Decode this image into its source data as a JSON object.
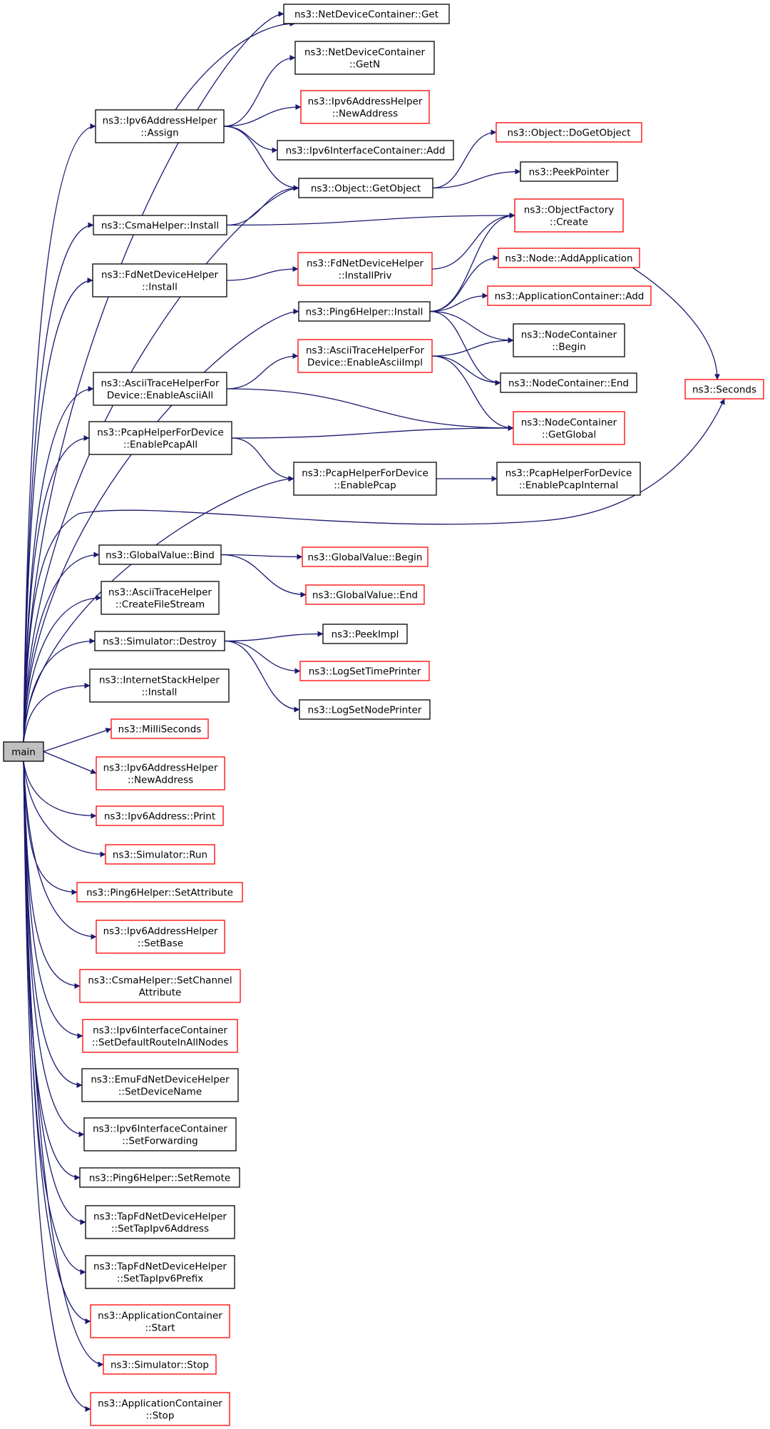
{
  "colors": {
    "edge": "#191970",
    "border_documented": "#000000",
    "border_undocumented": "#ff0000",
    "root_fill": "#bfbfbf",
    "node_fill": "#ffffff"
  },
  "nodes": [
    {
      "id": "main",
      "lines": [
        "main"
      ],
      "style": "root"
    },
    {
      "id": "ndc_get",
      "lines": [
        "ns3::NetDeviceContainer::Get"
      ],
      "style": "black"
    },
    {
      "id": "ndc_getn",
      "lines": [
        "ns3::NetDeviceContainer",
        "::GetN"
      ],
      "style": "black"
    },
    {
      "id": "ipv6ah_assign",
      "lines": [
        "ns3::Ipv6AddressHelper",
        "::Assign"
      ],
      "style": "black"
    },
    {
      "id": "ipv6ah_newaddr_r",
      "lines": [
        "ns3::Ipv6AddressHelper",
        "::NewAddress"
      ],
      "style": "red"
    },
    {
      "id": "obj_dogetobject",
      "lines": [
        "ns3::Object::DoGetObject"
      ],
      "style": "red"
    },
    {
      "id": "ipv6ic_add",
      "lines": [
        "ns3::Ipv6InterfaceContainer::Add"
      ],
      "style": "black"
    },
    {
      "id": "peekpointer",
      "lines": [
        "ns3::PeekPointer"
      ],
      "style": "black"
    },
    {
      "id": "obj_getobject",
      "lines": [
        "ns3::Object::GetObject"
      ],
      "style": "black"
    },
    {
      "id": "csma_install",
      "lines": [
        "ns3::CsmaHelper::Install"
      ],
      "style": "black"
    },
    {
      "id": "objfactory_create",
      "lines": [
        "ns3::ObjectFactory",
        "::Create"
      ],
      "style": "red"
    },
    {
      "id": "fdndh_install",
      "lines": [
        "ns3::FdNetDeviceHelper",
        "::Install"
      ],
      "style": "black"
    },
    {
      "id": "fdndh_installpriv",
      "lines": [
        "ns3::FdNetDeviceHelper",
        "::InstallPriv"
      ],
      "style": "red"
    },
    {
      "id": "node_addapp",
      "lines": [
        "ns3::Node::AddApplication"
      ],
      "style": "red"
    },
    {
      "id": "ping6_install",
      "lines": [
        "ns3::Ping6Helper::Install"
      ],
      "style": "black"
    },
    {
      "id": "appc_add",
      "lines": [
        "ns3::ApplicationContainer::Add"
      ],
      "style": "red"
    },
    {
      "id": "nc_begin",
      "lines": [
        "ns3::NodeContainer",
        "::Begin"
      ],
      "style": "black"
    },
    {
      "id": "ascii_enableall",
      "lines": [
        "ns3::AsciiTraceHelperFor",
        "Device::EnableAsciiAll"
      ],
      "style": "black"
    },
    {
      "id": "ascii_enableimpl",
      "lines": [
        "ns3::AsciiTraceHelperFor",
        "Device::EnableAsciiImpl"
      ],
      "style": "red"
    },
    {
      "id": "nc_end",
      "lines": [
        "ns3::NodeContainer::End"
      ],
      "style": "black"
    },
    {
      "id": "seconds",
      "lines": [
        "ns3::Seconds"
      ],
      "style": "red"
    },
    {
      "id": "pcap_enableall",
      "lines": [
        "ns3::PcapHelperForDevice",
        "::EnablePcapAll"
      ],
      "style": "black"
    },
    {
      "id": "nc_getglobal",
      "lines": [
        "ns3::NodeContainer",
        "::GetGlobal"
      ],
      "style": "red"
    },
    {
      "id": "pcap_enable",
      "lines": [
        "ns3::PcapHelperForDevice",
        "::EnablePcap"
      ],
      "style": "black"
    },
    {
      "id": "pcap_enableinternal",
      "lines": [
        "ns3::PcapHelperForDevice",
        "::EnablePcapInternal"
      ],
      "style": "black"
    },
    {
      "id": "gv_bind",
      "lines": [
        "ns3::GlobalValue::Bind"
      ],
      "style": "black"
    },
    {
      "id": "gv_begin",
      "lines": [
        "ns3::GlobalValue::Begin"
      ],
      "style": "red"
    },
    {
      "id": "gv_end",
      "lines": [
        "ns3::GlobalValue::End"
      ],
      "style": "red"
    },
    {
      "id": "ascii_createfs",
      "lines": [
        "ns3::AsciiTraceHelper",
        "::CreateFileStream"
      ],
      "style": "black"
    },
    {
      "id": "sim_destroy",
      "lines": [
        "ns3::Simulator::Destroy"
      ],
      "style": "black"
    },
    {
      "id": "peekimpl",
      "lines": [
        "ns3::PeekImpl"
      ],
      "style": "black"
    },
    {
      "id": "logsettime",
      "lines": [
        "ns3::LogSetTimePrinter"
      ],
      "style": "red"
    },
    {
      "id": "logsetnode",
      "lines": [
        "ns3::LogSetNodePrinter"
      ],
      "style": "black"
    },
    {
      "id": "ish_install",
      "lines": [
        "ns3::InternetStackHelper",
        "::Install"
      ],
      "style": "black"
    },
    {
      "id": "milliseconds",
      "lines": [
        "ns3::MilliSeconds"
      ],
      "style": "red"
    },
    {
      "id": "ipv6ah_newaddr_l",
      "lines": [
        "ns3::Ipv6AddressHelper",
        "::NewAddress"
      ],
      "style": "red"
    },
    {
      "id": "ipv6addr_print",
      "lines": [
        "ns3::Ipv6Address::Print"
      ],
      "style": "red"
    },
    {
      "id": "sim_run",
      "lines": [
        "ns3::Simulator::Run"
      ],
      "style": "red"
    },
    {
      "id": "ping6_setattr",
      "lines": [
        "ns3::Ping6Helper::SetAttribute"
      ],
      "style": "red"
    },
    {
      "id": "ipv6ah_setbase",
      "lines": [
        "ns3::Ipv6AddressHelper",
        "::SetBase"
      ],
      "style": "red"
    },
    {
      "id": "csma_setchan",
      "lines": [
        "ns3::CsmaHelper::SetChannel",
        "Attribute"
      ],
      "style": "red"
    },
    {
      "id": "ipv6ic_setdefroute",
      "lines": [
        "ns3::Ipv6InterfaceContainer",
        "::SetDefaultRouteInAllNodes"
      ],
      "style": "red"
    },
    {
      "id": "emufd_setdevname",
      "lines": [
        "ns3::EmuFdNetDeviceHelper",
        "::SetDeviceName"
      ],
      "style": "black"
    },
    {
      "id": "ipv6ic_setfwd",
      "lines": [
        "ns3::Ipv6InterfaceContainer",
        "::SetForwarding"
      ],
      "style": "black"
    },
    {
      "id": "ping6_setremote",
      "lines": [
        "ns3::Ping6Helper::SetRemote"
      ],
      "style": "black"
    },
    {
      "id": "tapfd_setaddr",
      "lines": [
        "ns3::TapFdNetDeviceHelper",
        "::SetTapIpv6Address"
      ],
      "style": "black"
    },
    {
      "id": "tapfd_setprefix",
      "lines": [
        "ns3::TapFdNetDeviceHelper",
        "::SetTapIpv6Prefix"
      ],
      "style": "black"
    },
    {
      "id": "appc_start",
      "lines": [
        "ns3::ApplicationContainer",
        "::Start"
      ],
      "style": "red"
    },
    {
      "id": "sim_stop",
      "lines": [
        "ns3::Simulator::Stop"
      ],
      "style": "red"
    },
    {
      "id": "appc_stop",
      "lines": [
        "ns3::ApplicationContainer",
        "::Stop"
      ],
      "style": "red"
    }
  ],
  "edges": [
    [
      "main",
      "ndc_get"
    ],
    [
      "main",
      "ipv6ah_assign"
    ],
    [
      "main",
      "obj_getobject"
    ],
    [
      "main",
      "csma_install"
    ],
    [
      "main",
      "fdndh_install"
    ],
    [
      "main",
      "ping6_install"
    ],
    [
      "main",
      "ascii_enableall"
    ],
    [
      "main",
      "pcap_enableall"
    ],
    [
      "main",
      "pcap_enable"
    ],
    [
      "main",
      "seconds"
    ],
    [
      "main",
      "gv_bind"
    ],
    [
      "main",
      "ascii_createfs"
    ],
    [
      "main",
      "sim_destroy"
    ],
    [
      "main",
      "ish_install"
    ],
    [
      "main",
      "milliseconds"
    ],
    [
      "main",
      "ipv6ah_newaddr_l"
    ],
    [
      "main",
      "ipv6addr_print"
    ],
    [
      "main",
      "sim_run"
    ],
    [
      "main",
      "ping6_setattr"
    ],
    [
      "main",
      "ipv6ah_setbase"
    ],
    [
      "main",
      "csma_setchan"
    ],
    [
      "main",
      "ipv6ic_setdefroute"
    ],
    [
      "main",
      "emufd_setdevname"
    ],
    [
      "main",
      "ipv6ic_setfwd"
    ],
    [
      "main",
      "ping6_setremote"
    ],
    [
      "main",
      "tapfd_setaddr"
    ],
    [
      "main",
      "tapfd_setprefix"
    ],
    [
      "main",
      "appc_start"
    ],
    [
      "main",
      "sim_stop"
    ],
    [
      "main",
      "appc_stop"
    ],
    [
      "ipv6ah_assign",
      "ndc_get"
    ],
    [
      "ipv6ah_assign",
      "ndc_getn"
    ],
    [
      "ipv6ah_assign",
      "ipv6ah_newaddr_r"
    ],
    [
      "ipv6ah_assign",
      "ipv6ic_add"
    ],
    [
      "ipv6ah_assign",
      "obj_getobject"
    ],
    [
      "obj_getobject",
      "obj_dogetobject"
    ],
    [
      "obj_getobject",
      "peekpointer"
    ],
    [
      "csma_install",
      "obj_getobject"
    ],
    [
      "csma_install",
      "objfactory_create"
    ],
    [
      "fdndh_install",
      "fdndh_installpriv"
    ],
    [
      "fdndh_installpriv",
      "objfactory_create"
    ],
    [
      "ping6_install",
      "objfactory_create"
    ],
    [
      "ping6_install",
      "node_addapp"
    ],
    [
      "ping6_install",
      "appc_add"
    ],
    [
      "ping6_install",
      "nc_begin"
    ],
    [
      "ping6_install",
      "nc_end"
    ],
    [
      "node_addapp",
      "seconds"
    ],
    [
      "ascii_enableall",
      "ascii_enableimpl"
    ],
    [
      "ascii_enableall",
      "nc_getglobal"
    ],
    [
      "ascii_enableimpl",
      "nc_begin"
    ],
    [
      "ascii_enableimpl",
      "nc_end"
    ],
    [
      "ascii_enableimpl",
      "nc_getglobal"
    ],
    [
      "pcap_enableall",
      "nc_getglobal"
    ],
    [
      "pcap_enableall",
      "pcap_enable"
    ],
    [
      "pcap_enable",
      "pcap_enableinternal"
    ],
    [
      "gv_bind",
      "gv_begin"
    ],
    [
      "gv_bind",
      "gv_end"
    ],
    [
      "sim_destroy",
      "peekimpl"
    ],
    [
      "sim_destroy",
      "logsettime"
    ],
    [
      "sim_destroy",
      "logsetnode"
    ]
  ]
}
